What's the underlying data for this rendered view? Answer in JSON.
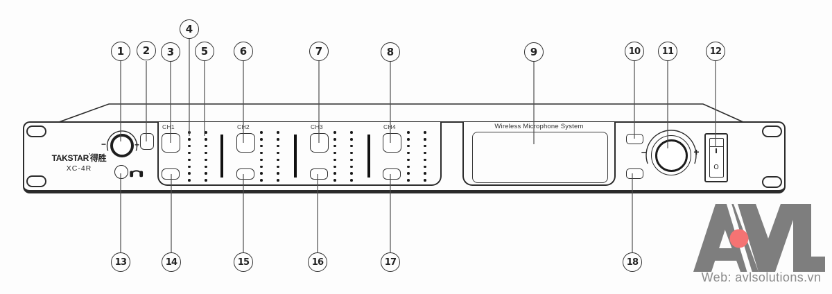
{
  "figure": {
    "background": "#fdfdfd",
    "line_color": "#2b2b2b",
    "leader_line_color": "#4d4d4d"
  },
  "device": {
    "brand": "TAKSTAR",
    "brand_mark": "’",
    "brand_cn": "得胜",
    "model": "XC-4R",
    "display_title": "Wireless Microphone System"
  },
  "controls": {
    "minus": "−",
    "plus": "+"
  },
  "power": {
    "on": "I",
    "off": "O"
  },
  "channels": [
    {
      "label": "CH1"
    },
    {
      "label": "CH2"
    },
    {
      "label": "CH3"
    },
    {
      "label": "CH4"
    }
  ],
  "led_meter": {
    "rows": 8,
    "columns_per_channel": 2
  },
  "callouts": {
    "top": [
      "1",
      "2",
      "3",
      "4",
      "5",
      "6",
      "7",
      "8",
      "9",
      "10",
      "11",
      "12"
    ],
    "bottom": [
      "13",
      "14",
      "15",
      "16",
      "17",
      "18"
    ]
  },
  "watermark": {
    "logo_text": "AVL",
    "web": "Web: avlsolutions.vn",
    "gray": "#7e7e7e",
    "dot_color": "#f57373"
  }
}
